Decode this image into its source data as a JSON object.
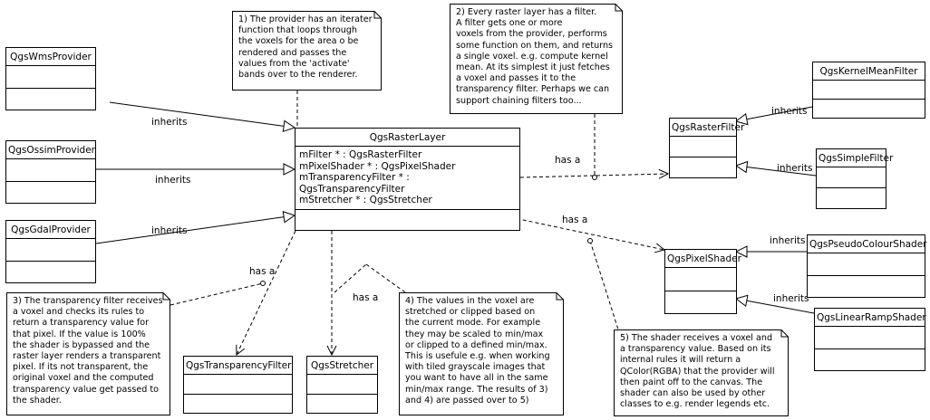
{
  "classes": {
    "wms_provider": "QgsWmsProvider",
    "ossim_provider": "QgsOssimProvider",
    "gdal_provider": "QgsGdalProvider",
    "raster_layer": "QgsRasterLayer",
    "raster_filter": "QgsRasterFilter",
    "kernel_mean_filter": "QgsKernelMeanFilter",
    "simple_filter": "QgsSimpleFilter",
    "pixel_shader": "QgsPixelShader",
    "pseudo_colour_shader": "QgsPseudoColourShader",
    "linear_ramp_shader": "QgsLinearRampShader",
    "transparency_filter": "QgsTransparencyFilter",
    "stretcher": "QgsStretcher"
  },
  "raster_layer_attributes": [
    "mFilter * : QgsRasterFilter",
    "mPixelShader * : QgsPixelShader",
    "mTransparencyFilter * : QgsTransparencyFilter",
    "mStretcher * : QgsStretcher"
  ],
  "relation_labels": {
    "wms_inherits": "inherits",
    "ossim_inherits": "inherits",
    "gdal_inherits": "inherits",
    "kernel_inherits": "inherits",
    "simple_inherits": "inherits",
    "pseudo_inherits": "inherits",
    "linear_inherits": "inherits",
    "filter_has_a": "has a",
    "shader_has_a": "has a",
    "transparency_has_a": "has a",
    "stretcher_has_a": "has a"
  },
  "notes": {
    "note1": [
      "1) The provider has an iterater",
      "function that loops through",
      "the voxels for the area o be",
      "rendered and passes the",
      "values from the 'activate'",
      "bands over to the renderer."
    ],
    "note2": [
      "2) Every raster layer has a filter.",
      "A filter gets one or more",
      "voxels from the provider, performs",
      "some function on them, and returns",
      "a single voxel. e.g. compute kernel",
      "mean. At its simplest it just fetches",
      "a voxel and passes it to the",
      "transparency filter. Perhaps we can",
      "support chaining filters too..."
    ],
    "note3": [
      "3) The transparency filter receives",
      "a voxel and checks its rules to",
      "return a transparency value for",
      "that pixel. If the value is 100%",
      "the shader is bypassed and the",
      "raster layer renders a transparent",
      "pixel. If its not transparent, the",
      "original voxel and the computed",
      "transparency value get passed to",
      "the shader."
    ],
    "note4": [
      "4) The values in the voxel are",
      "stretched or clipped based on",
      "the current mode. For example",
      "they may be scaled to min/max",
      "or clipped to a defined min/max.",
      "This is usefule e.g. when working",
      "with tiled grayscale images that",
      "you want to have all in the same",
      "min/max range. The results of 3)",
      "and 4) are passed over to 5)"
    ],
    "note5": [
      "5) The shader receives a voxel and",
      "a transparency value. Based on its",
      "internal rules it will return a",
      "QColor(RGBA) that the provider will",
      "then paint off to the canvas. The",
      "shader can also be used by other",
      "classes to e.g. render legends etc."
    ]
  }
}
